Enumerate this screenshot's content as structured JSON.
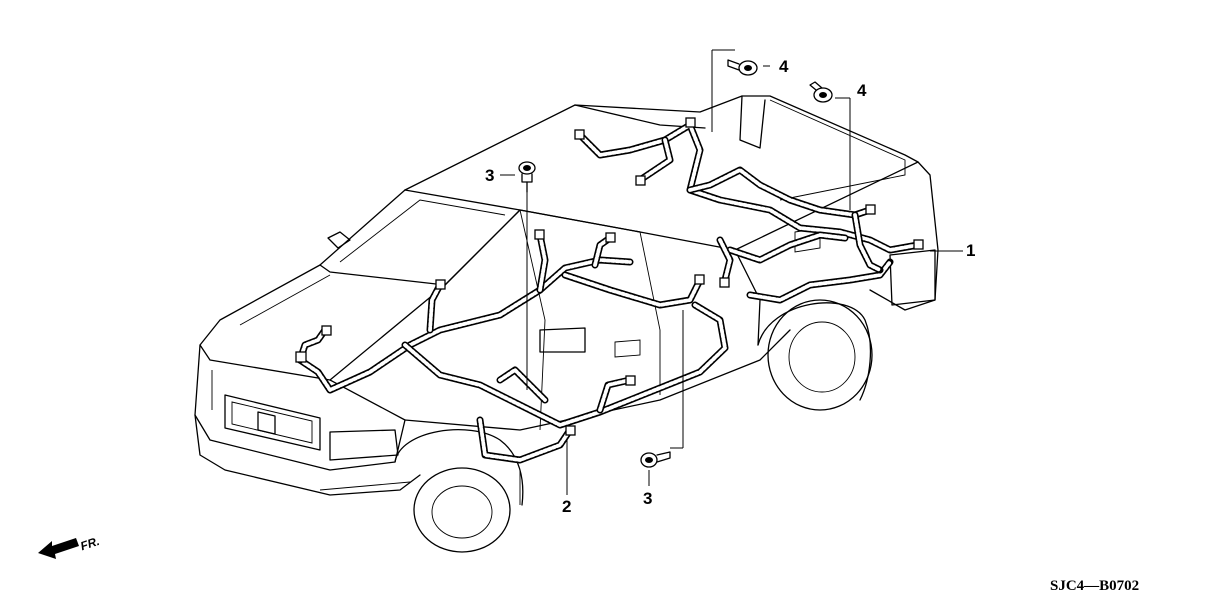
{
  "callouts": {
    "part_1": "1",
    "part_2": "2",
    "part_3_upper": "3",
    "part_3_lower": "3",
    "part_4_left": "4",
    "part_4_right": "4"
  },
  "front_indicator": {
    "label": "FR."
  },
  "diagram_code": "SJC4—B0702",
  "colors": {
    "line": "#000000",
    "background": "#ffffff"
  }
}
